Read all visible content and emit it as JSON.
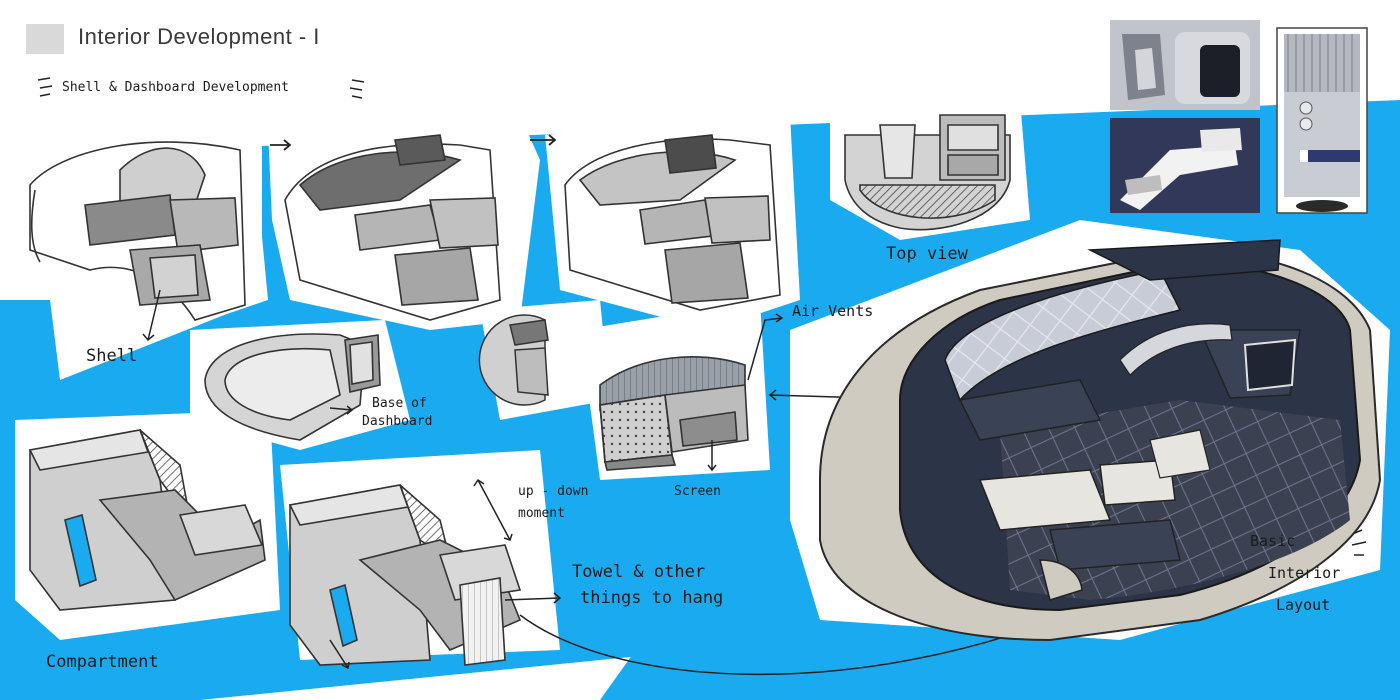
{
  "header": {
    "title": "Interior Development - I"
  },
  "labels": {
    "section": "Shell & Dashboard Development",
    "shell": "Shell",
    "base_dashboard_1": "Base of",
    "base_dashboard_2": "Dashboard",
    "top_view": "Top view",
    "air_vents": "Air Vents",
    "screen": "Screen",
    "up_down_1": "up - down",
    "up_down_2": "moment",
    "towel_1": "Towel & other",
    "towel_2": "things to hang",
    "compartment": "Compartment",
    "basic_1": "Basic",
    "basic_2": "Interior",
    "basic_3": "Layout"
  },
  "colors": {
    "accent_blue": "#1aaaf0",
    "sketch_grey": "#c9c9c9",
    "sketch_dark": "#6f6f6f",
    "navy": "#2c3448",
    "beige": "#cfcbc1",
    "header_swatch": "#d9d9d9"
  }
}
